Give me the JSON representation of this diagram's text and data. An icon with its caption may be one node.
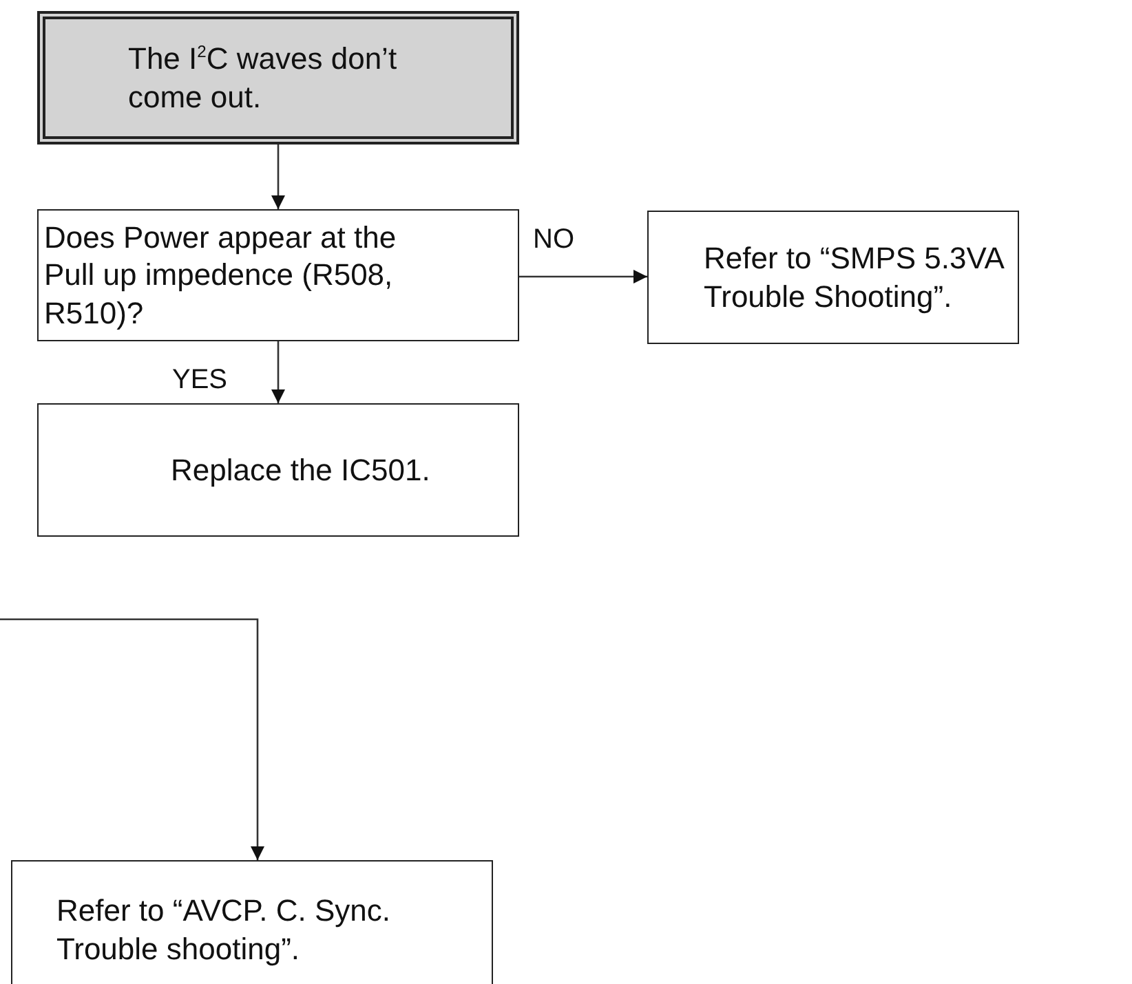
{
  "diagram": {
    "nodes": [
      {
        "text": [
          "The I$^{2}$C waves don’t come out."
        ]
      },
      {
        "text": [
          "Does Power appear at the Pull up impedence (R508, R510)?"
        ]
      },
      {
        "text": [
          "Refer to “SMPS 5.3VA Trouble Shooting”."
        ]
      },
      {
        "text": [
          "Replace the IC501."
        ]
      },
      {
        "text": [
          "Refer to “AVCP. C. Sync. Trouble shooting”."
        ]
      }
    ],
    "edges": [
      {
        "from": 0,
        "to": 1,
        "arrow": "to"
      },
      {
        "from": 1,
        "to": 2,
        "arrow": "to",
        "label": "NO"
      },
      {
        "from": 1,
        "to": 3,
        "arrow": "to",
        "label": "YES"
      },
      {
        "from": null,
        "to": 4,
        "arrow": "to"
      }
    ]
  }
}
